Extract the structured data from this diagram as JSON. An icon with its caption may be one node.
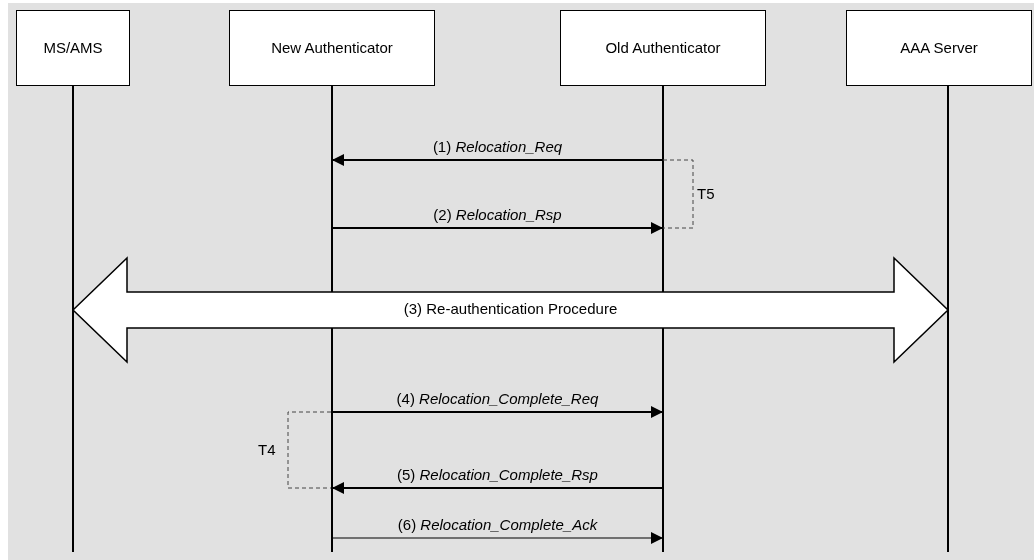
{
  "diagram": {
    "nodes": [
      {
        "text": [
          "MS/AMS"
        ]
      },
      {
        "text": [
          "New Authenticator"
        ]
      },
      {
        "text": [
          "Old Authenticator"
        ]
      },
      {
        "text": [
          "AAA Server"
        ]
      }
    ],
    "edges": [
      {
        "from": 2,
        "to": 1,
        "arrow": "to",
        "label": "(1) *Relocation_Req*"
      },
      {
        "from": 1,
        "to": 2,
        "arrow": "to",
        "label": "(2) *Relocation_Rsp*"
      },
      {
        "from": 0,
        "to": 3,
        "arrow": "both",
        "label": "(3) Re-authentication Procedure"
      },
      {
        "from": 1,
        "to": 2,
        "arrow": "to",
        "label": "(4) *Relocation_Complete_Req*"
      },
      {
        "from": 2,
        "to": 1,
        "arrow": "to",
        "label": "(5) *Relocation_Complete_Rsp*"
      },
      {
        "from": 1,
        "to": 2,
        "arrow": "to",
        "label": "(6) *Relocation_Complete_Ack*"
      }
    ],
    "labels": [
      "T5",
      "T4"
    ]
  }
}
